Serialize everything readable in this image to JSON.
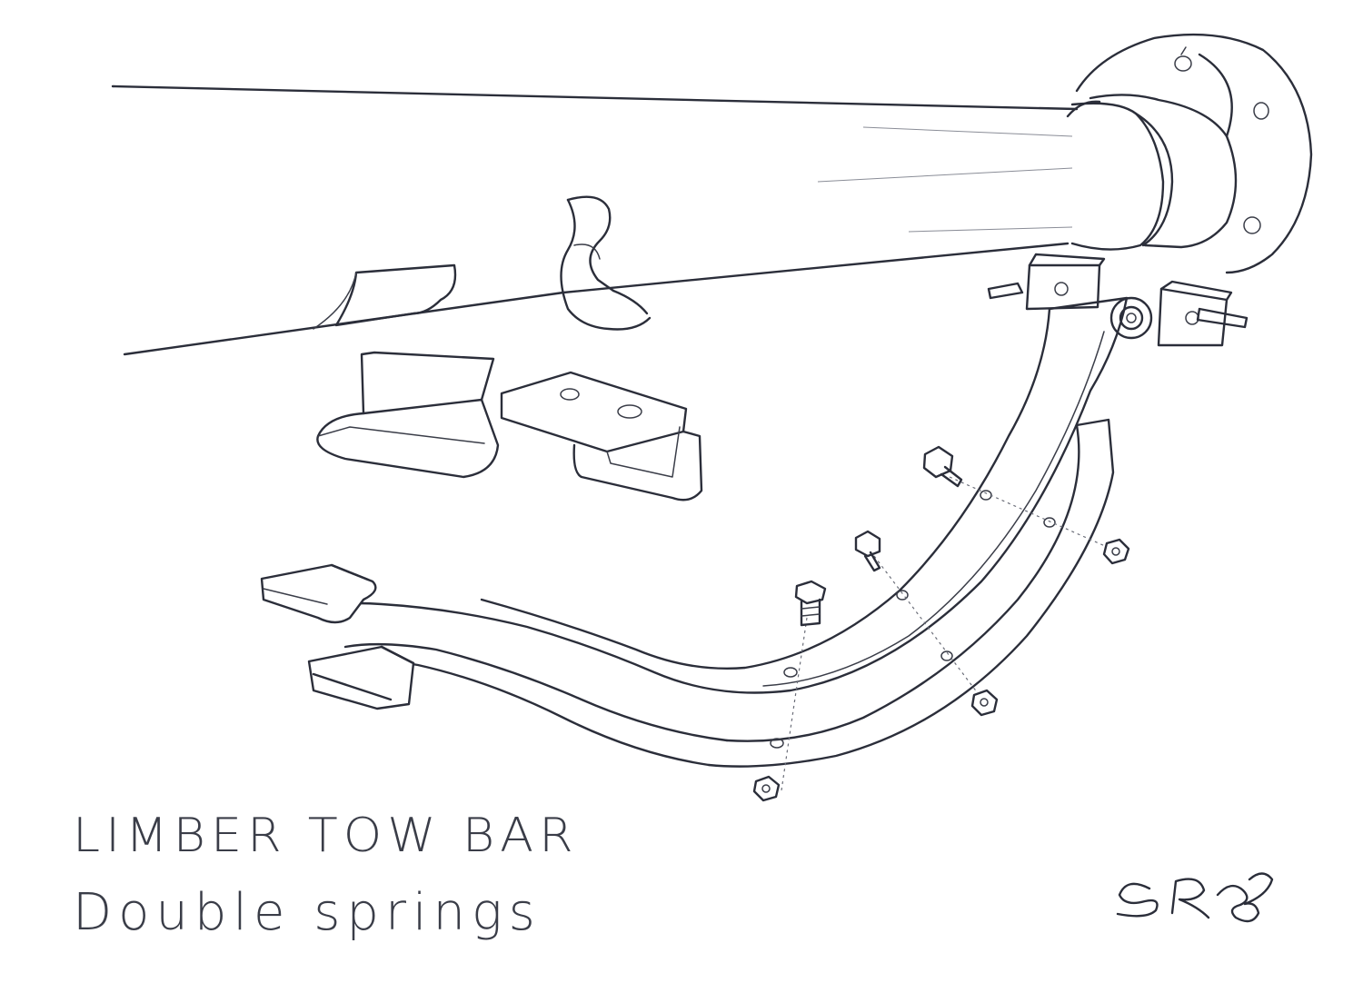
{
  "caption": {
    "title": "LIMBER TOW BAR",
    "subtitle": "Double springs"
  },
  "signature": {
    "text": "SR"
  },
  "colors": {
    "ink": "#2b2e3a",
    "paper": "#ffffff"
  }
}
